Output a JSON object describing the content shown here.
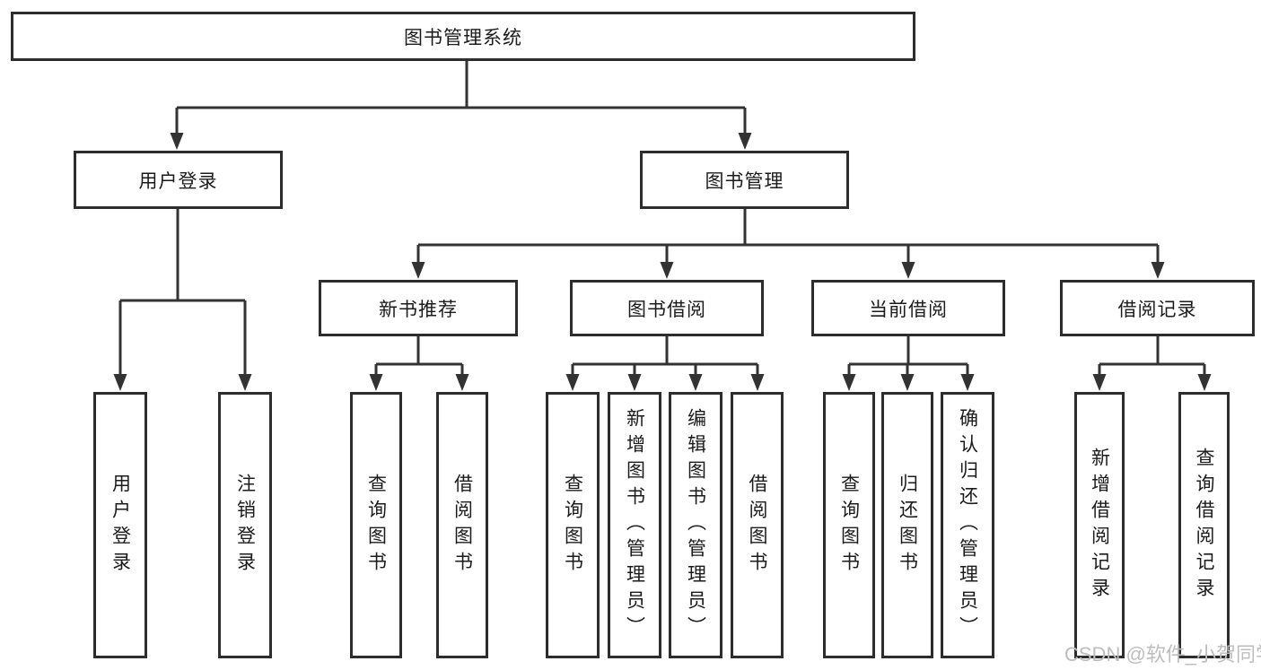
{
  "root": {
    "label": "图书管理系统"
  },
  "branches": [
    {
      "label": "用户登录",
      "leaves": [
        "用户登录",
        "注销登录"
      ]
    },
    {
      "label": "图书管理",
      "groups": [
        {
          "label": "新书推荐",
          "leaves": [
            "查询图书",
            "借阅图书"
          ]
        },
        {
          "label": "图书借阅",
          "leaves": [
            "查询图书",
            "新增图书（管理员）",
            "编辑图书（管理员）",
            "借阅图书"
          ]
        },
        {
          "label": "当前借阅",
          "leaves": [
            "查询图书",
            "归还图书",
            "确认归还（管理员）"
          ]
        },
        {
          "label": "借阅记录",
          "leaves": [
            "新增借阅记录",
            "查询借阅记录"
          ]
        }
      ]
    }
  ],
  "watermark": "CSDN @软件_小贺同学",
  "colors": {
    "line": "#333333",
    "box_border": "#2d2d2d",
    "box_fill": "#ffffff",
    "text": "#1b1b1b",
    "watermark": "#bdbdbd"
  }
}
